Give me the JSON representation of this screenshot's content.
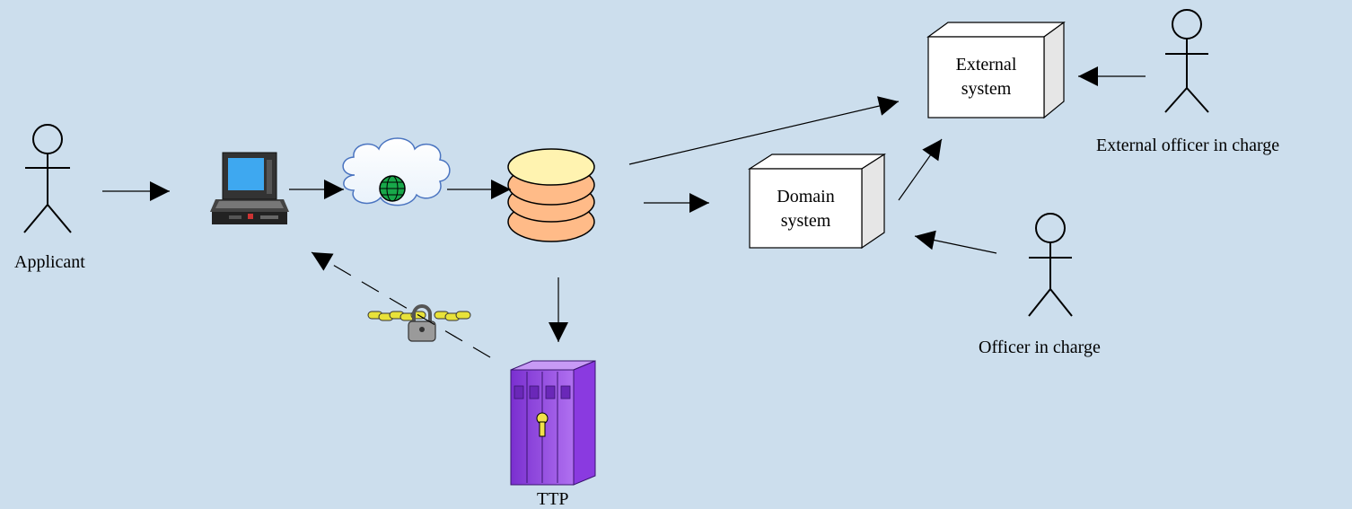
{
  "actors": {
    "applicant": "Applicant",
    "external_officer": "External officer in charge",
    "officer": "Officer in charge"
  },
  "systems": {
    "external": {
      "line1": "External",
      "line2": "system"
    },
    "domain": {
      "line1": "Domain",
      "line2": "system"
    }
  },
  "ttp_label": "TTP",
  "icons": [
    "stick-figure-icon",
    "laptop-icon",
    "internet-cloud-icon",
    "database-icon",
    "server-cabinet-icon",
    "chain-lock-icon"
  ],
  "colors": {
    "background": "#ccdeed",
    "database_top": "#fff3b0",
    "database_disks": "#ffbb88",
    "server": "#9944dd",
    "box_face": "#ffffff",
    "box_side": "#e6e6e6"
  }
}
